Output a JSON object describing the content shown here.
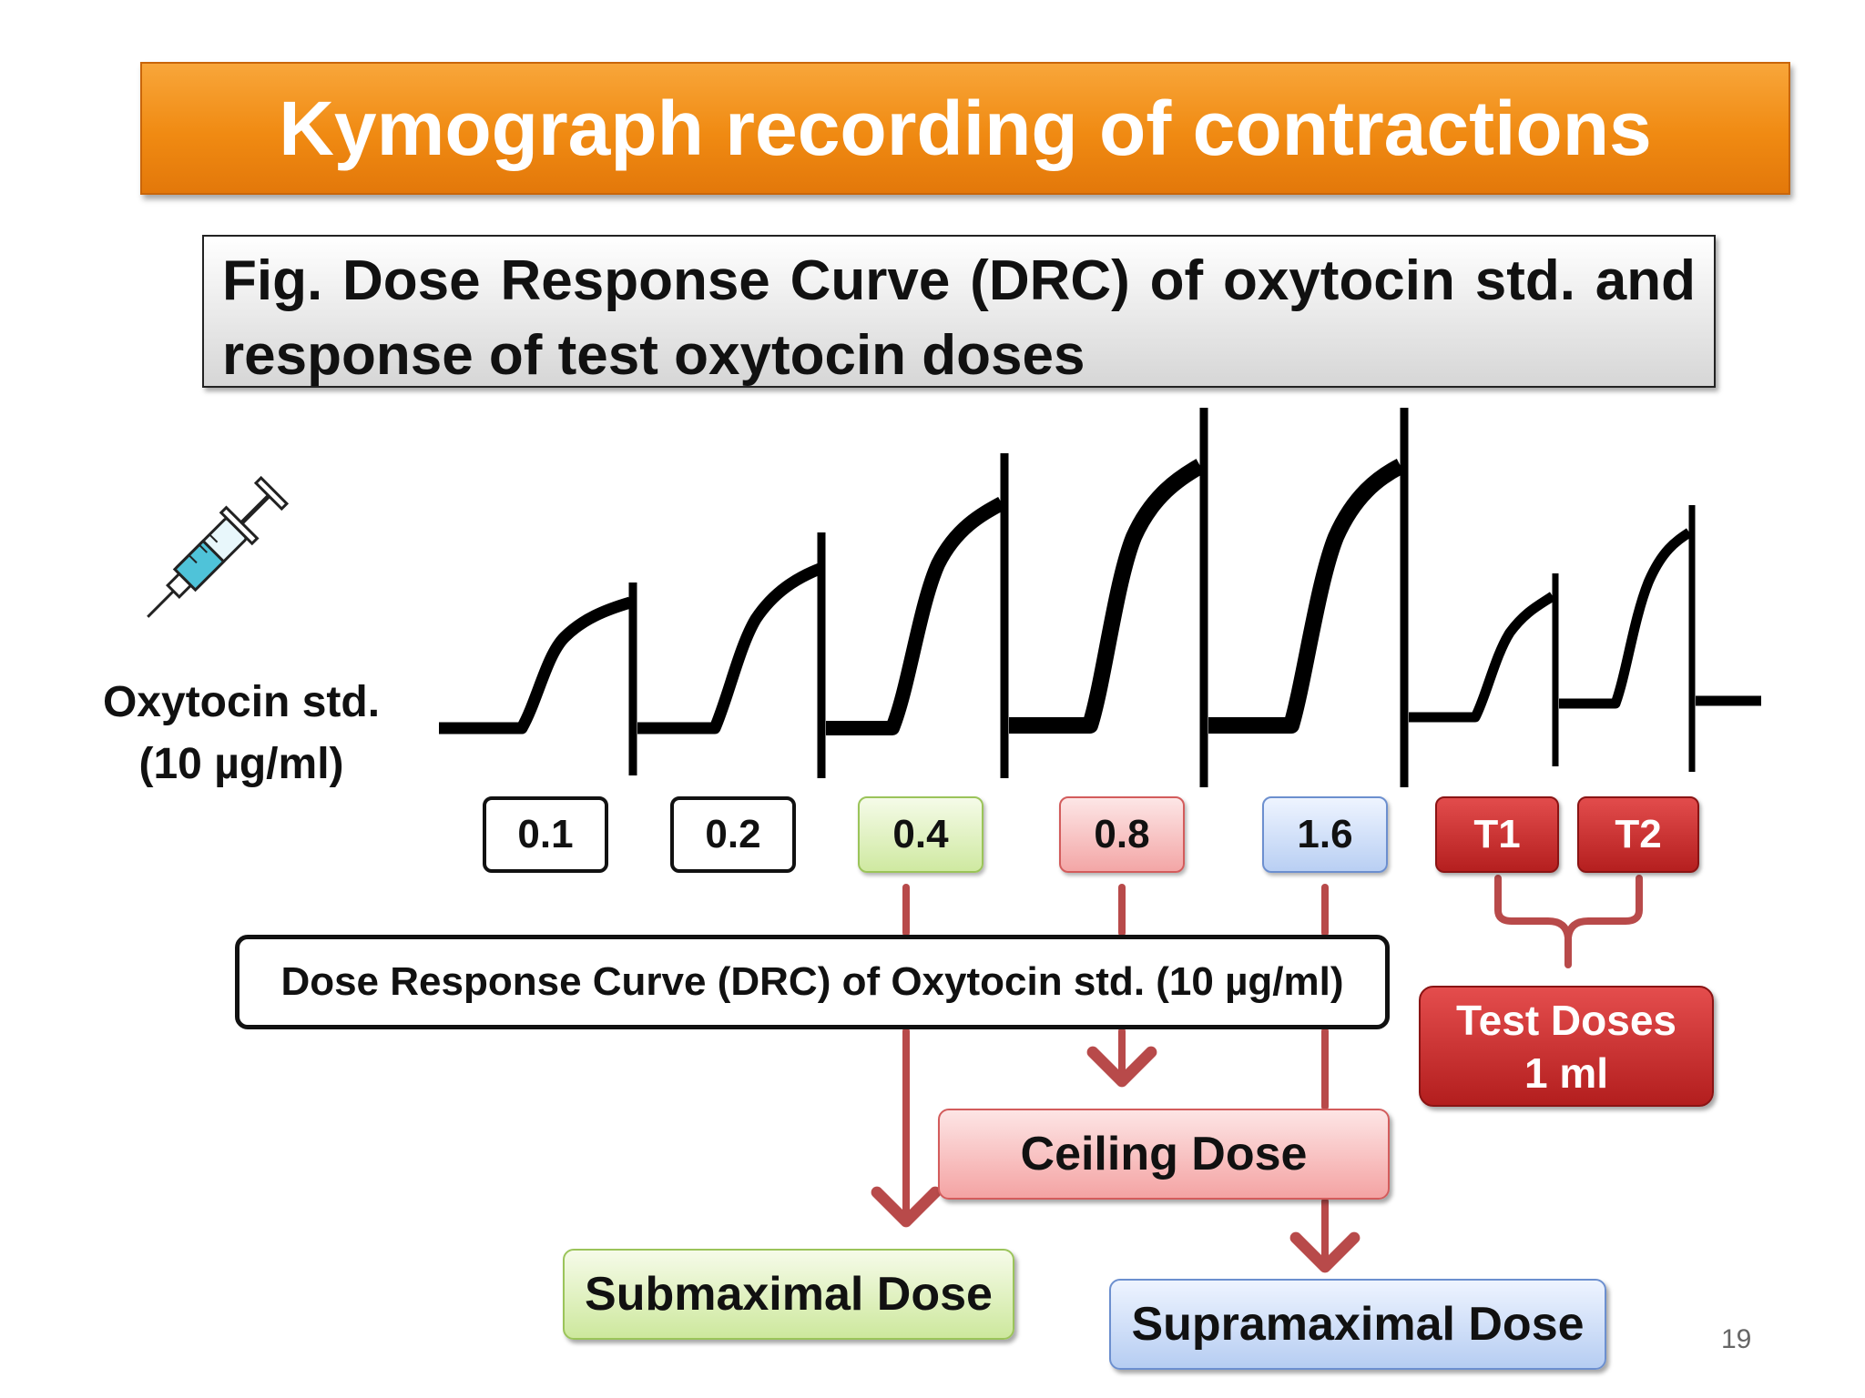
{
  "slide": {
    "title": "Kymograph recording of contractions",
    "caption": "Fig. Dose Response Curve (DRC) of oxytocin std. and response of test oxytocin doses",
    "drug_label_line1": "Oxytocin std.",
    "drug_label_line2": "(10 µg/ml)",
    "page_number": "19"
  },
  "doses": [
    {
      "label": "0.1",
      "style": "plain"
    },
    {
      "label": "0.2",
      "style": "plain"
    },
    {
      "label": "0.4",
      "style": "green"
    },
    {
      "label": "0.8",
      "style": "red"
    },
    {
      "label": "1.6",
      "style": "blue"
    },
    {
      "label": "T1",
      "style": "test"
    },
    {
      "label": "T2",
      "style": "test"
    }
  ],
  "drc_label": "Dose Response Curve (DRC) of Oxytocin std. (10 µg/ml)",
  "test_doses": {
    "line1": "Test Doses",
    "line2": "1 ml"
  },
  "outcomes": {
    "ceiling": "Ceiling Dose",
    "submaximal": "Submaximal Dose",
    "supramaximal": "Supramaximal Dose"
  },
  "colors": {
    "title_bg": "#f08a12",
    "arrow": "#b84a4a",
    "trace": "#000000",
    "syringe_fluid": "#4fc3d9"
  },
  "icons": [
    "syringe-icon"
  ]
}
